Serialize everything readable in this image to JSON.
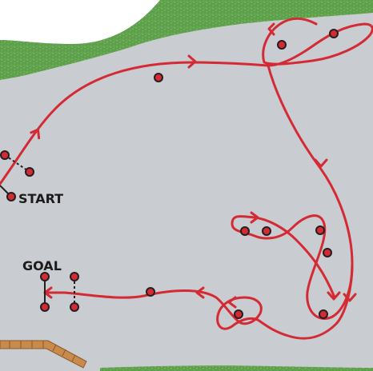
{
  "labels": {
    "start": "START",
    "goal": "GOAL"
  },
  "colors": {
    "route": "#d42a33",
    "marker_fill": "#d42a33",
    "marker_stroke": "#231f20",
    "ground": "#c9ccd0",
    "grass": "#5ea04b",
    "fence": "#c98a4b"
  },
  "icons": {
    "start_marker": "red-dot",
    "goal_marker": "red-dot",
    "waypoint": "red-dot",
    "direction": "chevron-arrow"
  }
}
